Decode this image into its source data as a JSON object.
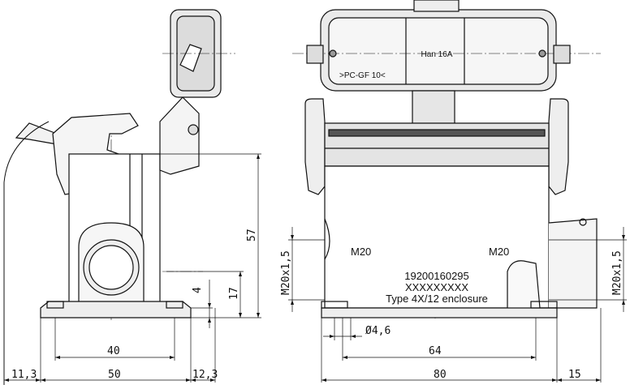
{
  "left_view": {
    "dims": {
      "d_11_3": "11,3",
      "d_50": "50",
      "d_12_3": "12,3",
      "d_40": "40",
      "d_57": "57",
      "d_17": "17",
      "d_4": "4"
    }
  },
  "right_view": {
    "dims": {
      "d_80": "80",
      "d_15": "15",
      "d_64": "64",
      "d_hole": "Ø4,6",
      "d_thread_left": "M20x1,5",
      "d_thread_right": "M20x1,5"
    },
    "labels": {
      "m20_left": "M20",
      "m20_right": "M20",
      "part_number": "19200160295",
      "serial": "XXXXXXXXX",
      "type": "Type 4X/12 enclosure"
    },
    "cover_markings": {
      "rating": "Han 16A",
      "material": ">PC-GF 10<"
    }
  }
}
